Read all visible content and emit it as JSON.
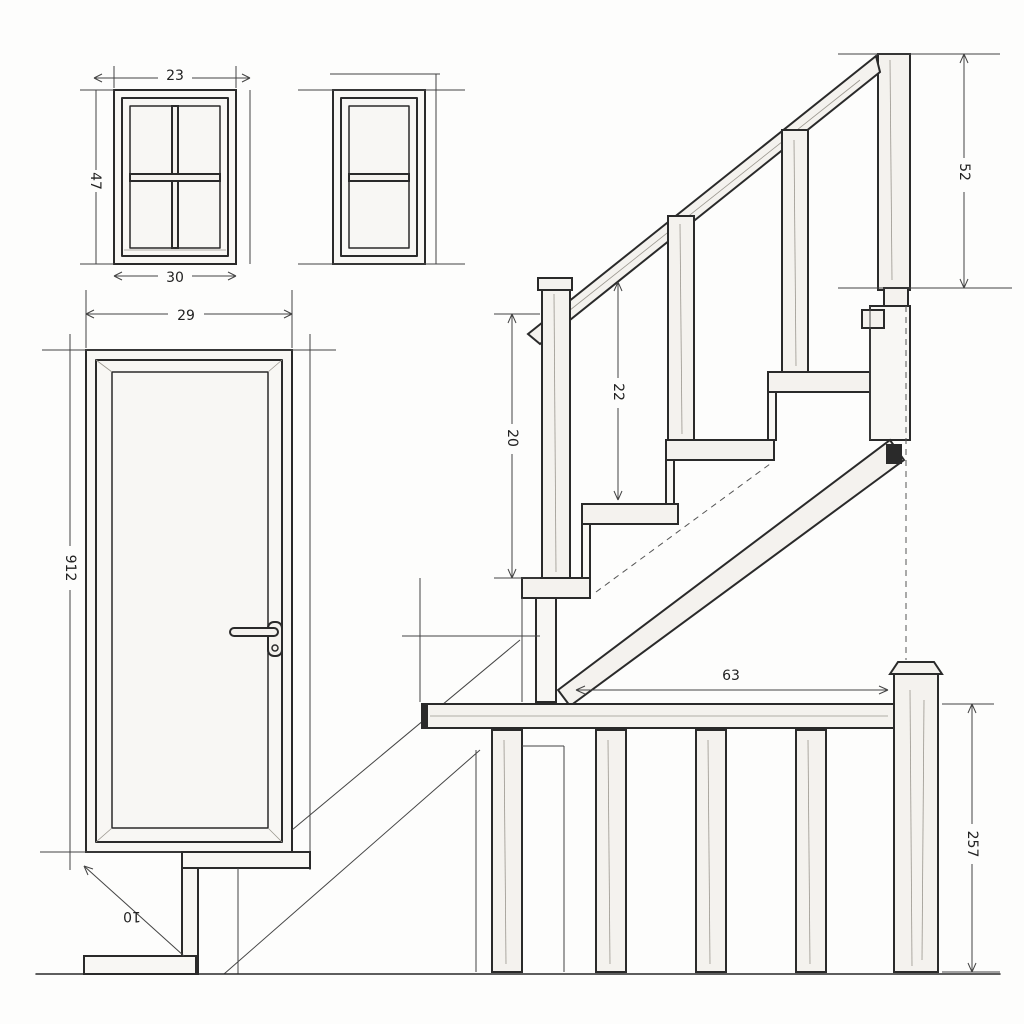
{
  "drawing": {
    "title": "",
    "colors": {
      "ink": "#2a2a2a",
      "paper": "#fdfdfc",
      "wood": "#f4f2ee"
    }
  },
  "dimensions": {
    "window1_width_top": "23",
    "window1_height": "47",
    "window1_width_bottom": "30",
    "door_width": "29",
    "door_height": "912",
    "step_riser": "22",
    "post_height": "20",
    "newel_top_height": "52",
    "stringer_run": "63",
    "railing_height": "257",
    "base_diagonal": "10"
  }
}
